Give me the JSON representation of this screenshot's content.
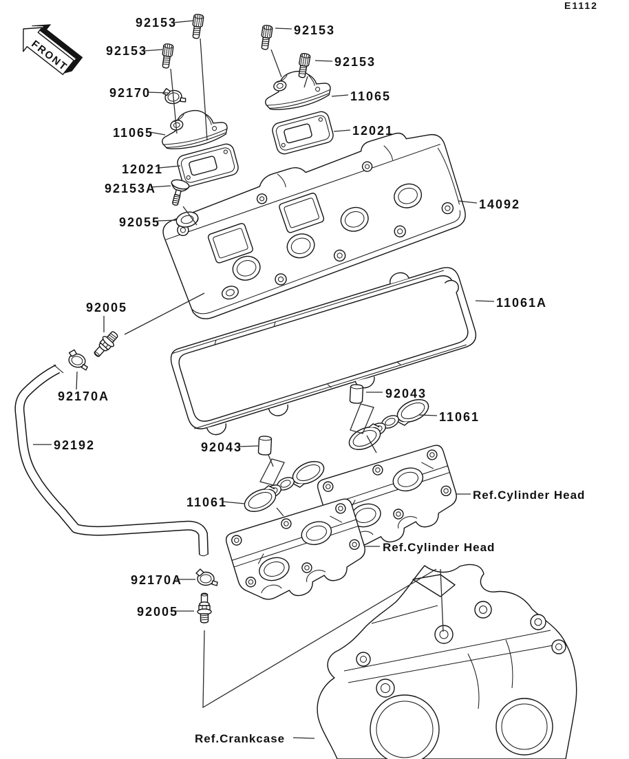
{
  "diagram": {
    "code": "E1112",
    "orientation_flag": "FRONT",
    "type": "exploded-parts-diagram",
    "subject": "cylinder-head-cover",
    "colors": {
      "line": "#141414",
      "background": "#ffffff"
    }
  },
  "callouts": {
    "bolt_92153_a": "92153",
    "bolt_92153_b": "92153",
    "bolt_92153_c": "92153",
    "bolt_92153_d": "92153",
    "clamp_92170": "92170",
    "cap_11065_left": "11065",
    "cap_11065_right": "11065",
    "gasket_12021_right": "12021",
    "gasket_12021_left": "12021",
    "bolt_92153a": "92153A",
    "grommet_92055": "92055",
    "cover_14092": "14092",
    "gasket_11061a": "11061A",
    "fitting_92005_upper": "92005",
    "clamp_92170a_upper": "92170A",
    "hose_92192": "92192",
    "dowel_92043_lower": "92043",
    "gasket_11061_lower": "11061",
    "dowel_92043_upper": "92043",
    "gasket_11061_upper": "11061",
    "ref_cylinder_head_upper": "Ref.Cylinder Head",
    "ref_cylinder_head_lower": "Ref.Cylinder Head",
    "clamp_92170a_lower": "92170A",
    "fitting_92005_lower": "92005",
    "ref_crankcase": "Ref.Crankcase"
  }
}
